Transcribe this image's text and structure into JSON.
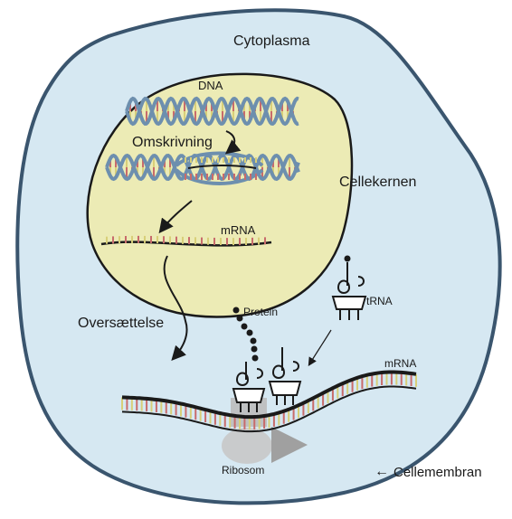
{
  "labels": {
    "cytoplasm": "Cytoplasma",
    "dna": "DNA",
    "transcription": "Omskrivning",
    "nucleus": "Cellekernen",
    "mrna_nucleus": "mRNA",
    "translation": "Oversættelse",
    "protein": "Protein",
    "trna": "tRNA",
    "mrna_cytoplasm": "mRNA",
    "ribosome": "Ribosom",
    "cell_membrane": "Cellemembran",
    "membrane_arrow": "←"
  },
  "colors": {
    "cell_fill": "#d6e8f2",
    "cell_outline": "#3a556e",
    "nucleus_fill": "#ecebb5",
    "helix_strand": "#6d8fae",
    "base_yellow": "#d8cf78",
    "base_red": "#c86b6b",
    "ribosome": "#c8c8c8",
    "ink": "#1a1a1a"
  }
}
